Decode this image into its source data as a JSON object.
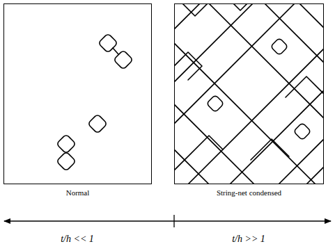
{
  "diagram": {
    "nodes": [
      {
        "text": [
          "Normal"
        ]
      },
      {
        "text": [
          "String-net condensed"
        ]
      }
    ],
    "labels": [
      "t/h << 1",
      "t/h >> 1"
    ]
  }
}
